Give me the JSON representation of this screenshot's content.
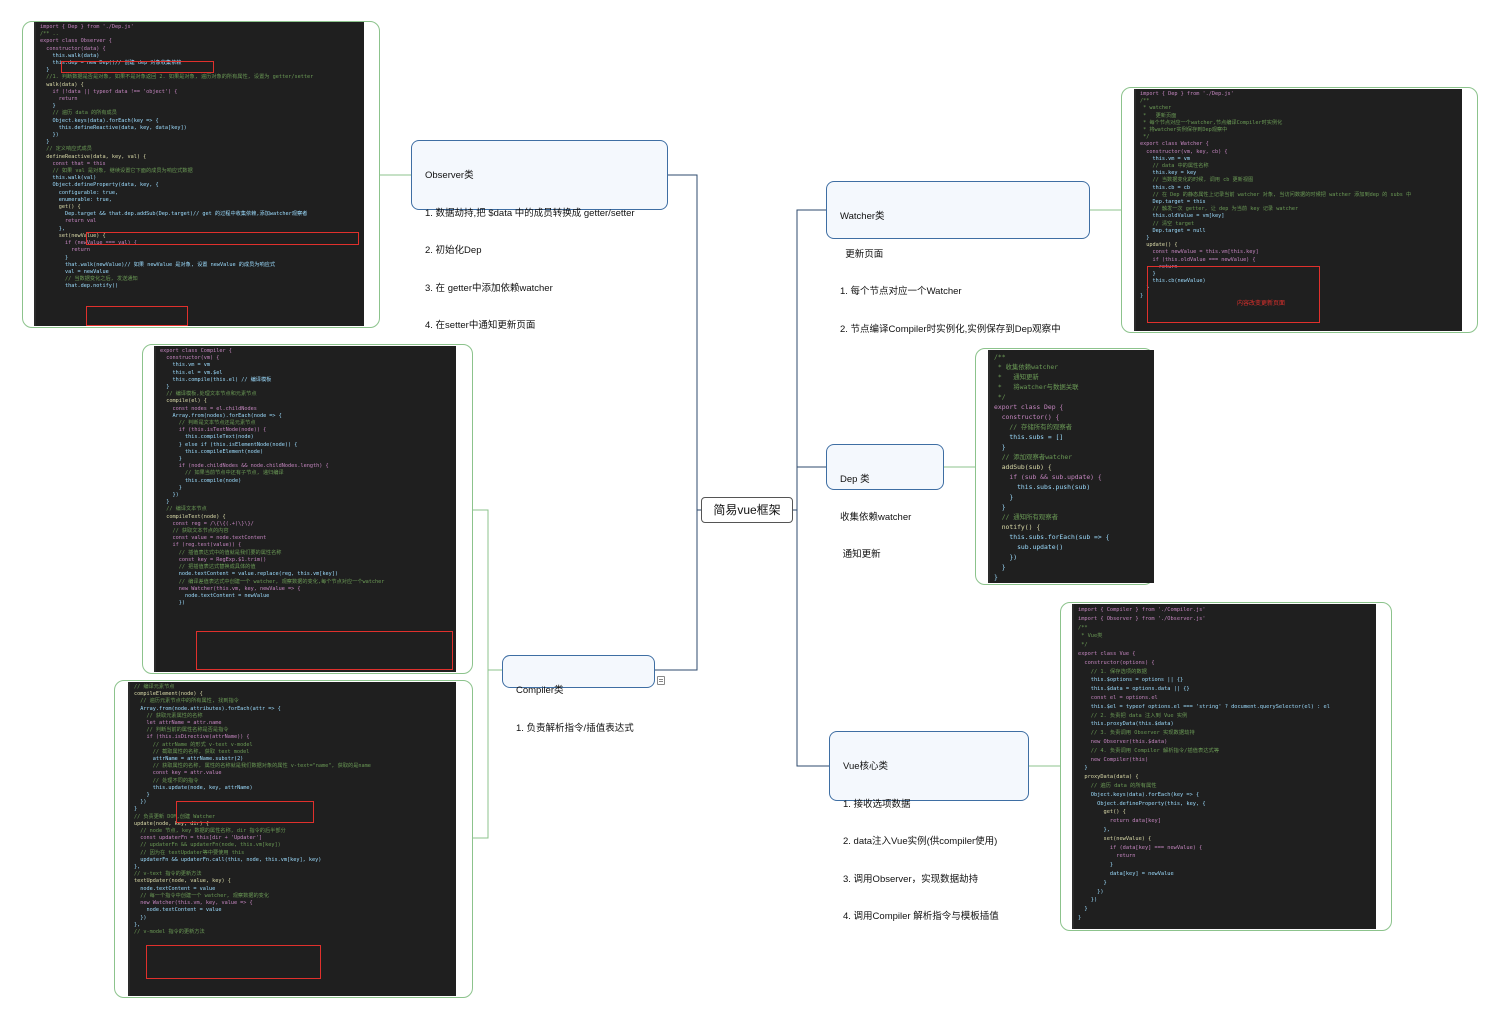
{
  "central": {
    "label": "简易vue框架"
  },
  "topics": {
    "observer": {
      "title": "Observer类",
      "lines": [
        "1. 数据劫持,把 $data 中的成员转换成 getter/setter",
        "2. 初始化Dep",
        "3. 在 getter中添加依赖watcher",
        "4. 在setter中通知更新页面"
      ]
    },
    "compiler": {
      "title": "Compiler类",
      "lines": [
        "1. 负责解析指令/插值表达式"
      ]
    },
    "watcher": {
      "title": "Watcher类",
      "lines": [
        "  更新页面",
        "1. 每个节点对应一个Watcher",
        "2. 节点编译Compiler时实例化,实例保存到Dep观察中"
      ]
    },
    "dep": {
      "title": "Dep 类",
      "lines": [
        "收集依赖watcher",
        " 通知更新"
      ]
    },
    "vue": {
      "title": "Vue核心类",
      "lines": [
        "1. 接收选项数据",
        "2. data注入Vue实例(供compiler使用)",
        "3. 调用Observer，实现数据劫持",
        "4. 调用Compiler 解析指令与模板插值"
      ]
    }
  },
  "annotations": {
    "watcher_note": "内容改变更新页面"
  },
  "code": {
    "observer": [
      "import { Dep } from './Dep.js'",
      "/** ..",
      "export class Observer {",
      "  constructor(data) {",
      "    this.walk(data)",
      "    this.dep = new Dep()// 创建 dep 对象收集依赖",
      "  }",
      "  //1. 判断数据是否是对象, 如果不是对象返回 2. 如果是对象, 遍历对象的所有属性, 设置为 getter/setter",
      "  walk(data) {",
      "    if (!data || typeof data !== 'object') {",
      "      return",
      "    }",
      "    // 遍历 data 的所有成员",
      "    Object.keys(data).forEach(key => {",
      "      this.defineReactive(data, key, data[key])",
      "    })",
      "  }",
      "  // 定义响应式成员",
      "  defineReactive(data, key, val) {",
      "    const that = this",
      "    // 如果 val 是对象, 继续设置它下面的成员为响应式数据",
      "    this.walk(val)",
      "    Object.defineProperty(data, key, {",
      "      configurable: true,",
      "      enumerable: true,",
      "      get() {",
      "        Dep.target && that.dep.addSub(Dep.target)// get 的过程中收集依赖,添加watcher观察者",
      "        return val",
      "      },",
      "      set(newValue) {",
      "        if (newValue === val) {",
      "          return",
      "        }",
      "        that.walk(newValue)// 如果 newValue 是对象, 设置 newValue 的成员为响应式",
      "        val = newValue",
      "        // 当数据变化之后, 发送通知",
      "        that.dep.notify()"
    ],
    "compiler_a": [
      "export class Compiler {",
      "  constructor(vm) {",
      "    this.vm = vm",
      "    this.el = vm.$el",
      "    this.compile(this.el) // 编译模板",
      "  }",
      "  // 编译模板,处理文本节点和元素节点",
      "  compile(el) {",
      "    const nodes = el.childNodes",
      "    Array.from(nodes).forEach(node => {",
      "      // 判断是文本节点还是元素节点",
      "      if (this.isTextNode(node)) {",
      "        this.compileText(node)",
      "      } else if (this.isElementNode(node)) {",
      "        this.compileElement(node)",
      "      }",
      "",
      "      if (node.childNodes && node.childNodes.length) {",
      "        // 如果当前节点中还有子节点, 递归编译",
      "        this.compile(node)",
      "      }",
      "    })",
      "  }",
      "  // 编译文本节点",
      "  compileText(node) {",
      "    const reg = /\\{\\{(.+)\\}\\}/",
      "    // 获取文本节点的内容",
      "    const value = node.textContent",
      "    if (reg.test(value)) {",
      "      // 插值表达式中的值就是我们要的属性名称",
      "      const key = RegExp.$1.trim()",
      "      // 把插值表达式替换成具体的值",
      "      node.textContent = value.replace(reg, this.vm[key])",
      "      // 编译差值表达式中创建一个 watcher, 观察数据的变化,每个节点对应一个watcher",
      "      new Watcher(this.vm, key, newValue => {",
      "        node.textContent = newValue",
      "      })"
    ],
    "compiler_b": [
      "// 编译元素节点",
      "compileElement(node) {",
      "  // 遍历元素节点中的所有属性, 找到指令",
      "  Array.from(node.attributes).forEach(attr => {",
      "    // 获取元素属性的名称",
      "    let attrName = attr.name",
      "    // 判断当前的属性名称是否是指令",
      "    if (this.isDirective(attrName)) {",
      "      // attrName 的形式 v-text v-model",
      "      // 截取属性的名称, 获取 text model",
      "      attrName = attrName.substr(2)",
      "      // 获取属性的名称, 属性的名称就是我们数据对象的属性 v-text=\"name\", 获取的是name",
      "      const key = attr.value",
      "      // 处理不同的指令",
      "      this.update(node, key, attrName)",
      "    }",
      "  })",
      "}",
      "// 负责更新 DOM,创建 Watcher",
      "update(node, key, dir) {",
      "  // node 节点, key 数据的属性名称, dir 指令的后半部分",
      "  const updaterFn = this[dir + 'Updater']",
      "  // updaterFn && updaterFn(node, this.vm[key])",
      "  // 因为在 textUpdater等中要使用 this",
      "  updaterFn && updaterFn.call(this, node, this.vm[key], key)",
      "},",
      "// v-text 指令的更新方法",
      "textUpdater(node, value, key) {",
      "  node.textContent = value",
      "  // 每一个指令中创建一个 watcher, 观察数据的变化",
      "  new Watcher(this.vm, key, value => {",
      "    node.textContent = value",
      "  })",
      "},",
      "// v-model 指令的更新方法"
    ],
    "watcher": [
      "import { Dep } from './Dep.js'",
      "/**",
      " * watcher",
      " *   更新页面",
      " * 每个节点对应一个watcher,节点编译Compiler时实例化",
      " * 将watcher实例保存到Dep观察中",
      " */",
      "export class Watcher {",
      "  constructor(vm, key, cb) {",
      "    this.vm = vm",
      "    // data 中的属性名称",
      "    this.key = key",
      "    // 当数据变化的时候, 调用 cb 更新视图",
      "    this.cb = cb",
      "    // 在 Dep 的静态属性上记录当前 watcher 对象, 当访问数据的时候把 watcher 添加到dep 的 subs 中",
      "    Dep.target = this",
      "    // 触发一次 getter, 让 dep 为当前 key 记录 watcher",
      "    this.oldValue = vm[key]",
      "    // 清空 target",
      "    Dep.target = null",
      "  }",
      "  update() {",
      "    const newValue = this.vm[this.key]",
      "    if (this.oldValue === newValue) {",
      "      return",
      "    }",
      "    this.cb(newValue)",
      "  }",
      "}"
    ],
    "dep": [
      "/**",
      " * 收集依赖watcher",
      " *   通知更新",
      " *   将watcher与数据关联",
      " */",
      "export class Dep {",
      "  constructor() {",
      "    // 存储所有的观察者",
      "    this.subs = []",
      "  }",
      "  // 添加观察者watcher",
      "  addSub(sub) {",
      "    if (sub && sub.update) {",
      "      this.subs.push(sub)",
      "    }",
      "  }",
      "  // 通知所有观察者",
      "  notify() {",
      "    this.subs.forEach(sub => {",
      "      sub.update()",
      "    })",
      "  }",
      "}"
    ],
    "vue": [
      "import { Compiler } from './Compiler.js'",
      "import { Observer } from './Observer.js'",
      "/**",
      " * Vue类",
      " */",
      "export class Vue {",
      "  constructor(options) {",
      "    // 1. 保存选项的数据",
      "    this.$options = options || {}",
      "    this.$data = options.data || {}",
      "    const el = options.el",
      "    this.$el = typeof options.el === 'string' ? document.querySelector(el) : el",
      "    // 2. 负责把 data 注入到 Vue 实例",
      "    this.proxyData(this.$data)",
      "    // 3. 负责调用 Observer 实现数据劫持",
      "    new Observer(this.$data)",
      "    // 4. 负责调用 Compiler 解析指令/插值表达式等",
      "    new Compiler(this)",
      "  }",
      "",
      "  proxyData(data) {",
      "    // 遍历 data 的所有属性",
      "    Object.keys(data).forEach(key => {",
      "      Object.defineProperty(this, key, {",
      "        get() {",
      "          return data[key]",
      "        },",
      "        set(newValue) {",
      "          if (data[key] === newValue) {",
      "            return",
      "          }",
      "          data[key] = newValue",
      "        }",
      "      })",
      "    })",
      "  }",
      "}"
    ]
  }
}
